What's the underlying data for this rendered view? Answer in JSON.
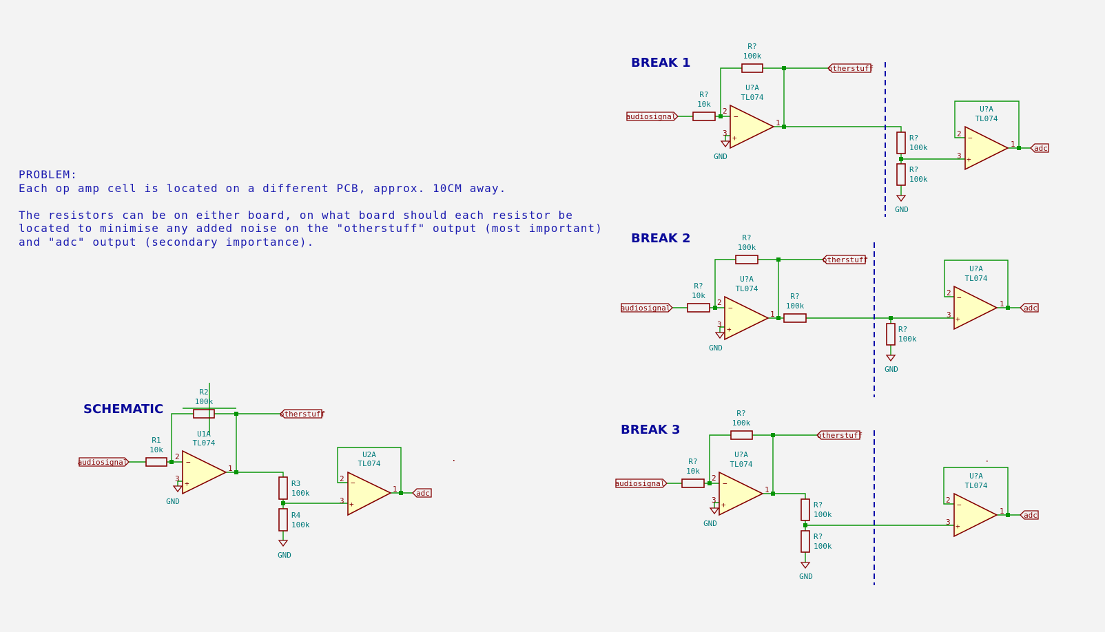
{
  "colors": {
    "background": "#f3f3f3",
    "wire": "#079407",
    "junction": "#079407",
    "component": "#840000",
    "opamp_fill": "#ffffc2",
    "ref_text": "#007a7a",
    "note_text": "#1a1ab0",
    "title_text": "#0a0a9a",
    "break_line": "#0a0aa8"
  },
  "notes": {
    "problem_title": "PROBLEM:",
    "problem_line1": "Each op amp cell is located on a different PCB, approx. 10CM away.",
    "problem_line2": "The resistors can be on either board, on what board should each resistor be",
    "problem_line3": "located to minimise any added noise on the \"otherstuff\" output (most important)",
    "problem_line4": "and \"adc\" output (secondary importance)."
  },
  "sections": {
    "schematic": {
      "title": "SCHEMATIC",
      "r1": {
        "ref": "R1",
        "value": "10k"
      },
      "r2": {
        "ref": "R2",
        "value": "100k"
      },
      "r3": {
        "ref": "R3",
        "value": "100k"
      },
      "r4": {
        "ref": "R4",
        "value": "100k"
      },
      "u1": {
        "ref": "U1A",
        "value": "TL074"
      },
      "u2": {
        "ref": "U2A",
        "value": "TL074"
      }
    },
    "break1": {
      "title": "BREAK 1",
      "r_in": {
        "ref": "R?",
        "value": "10k"
      },
      "r_fb": {
        "ref": "R?",
        "value": "100k"
      },
      "r_top": {
        "ref": "R?",
        "value": "100k"
      },
      "r_bot": {
        "ref": "R?",
        "value": "100k"
      },
      "u1": {
        "ref": "U?A",
        "value": "TL074"
      },
      "u2": {
        "ref": "U?A",
        "value": "TL074"
      }
    },
    "break2": {
      "title": "BREAK 2",
      "r_in": {
        "ref": "R?",
        "value": "10k"
      },
      "r_fb": {
        "ref": "R?",
        "value": "100k"
      },
      "r_series": {
        "ref": "R?",
        "value": "100k"
      },
      "r_shunt": {
        "ref": "R?",
        "value": "100k"
      },
      "u1": {
        "ref": "U?A",
        "value": "TL074"
      },
      "u2": {
        "ref": "U?A",
        "value": "TL074"
      }
    },
    "break3": {
      "title": "BREAK 3",
      "r_in": {
        "ref": "R?",
        "value": "10k"
      },
      "r_fb": {
        "ref": "R?",
        "value": "100k"
      },
      "r_top": {
        "ref": "R?",
        "value": "100k"
      },
      "r_bot": {
        "ref": "R?",
        "value": "100k"
      },
      "u1": {
        "ref": "U?A",
        "value": "TL074"
      },
      "u2": {
        "ref": "U?A",
        "value": "TL074"
      }
    }
  },
  "labels": {
    "audiosignal": "audiosignal",
    "otherstuff": "otherstuff",
    "adc": "adc",
    "gnd": "GND"
  },
  "pins": {
    "inv": "2",
    "noninv": "3",
    "out": "1",
    "minus": "−",
    "plus": "+"
  }
}
